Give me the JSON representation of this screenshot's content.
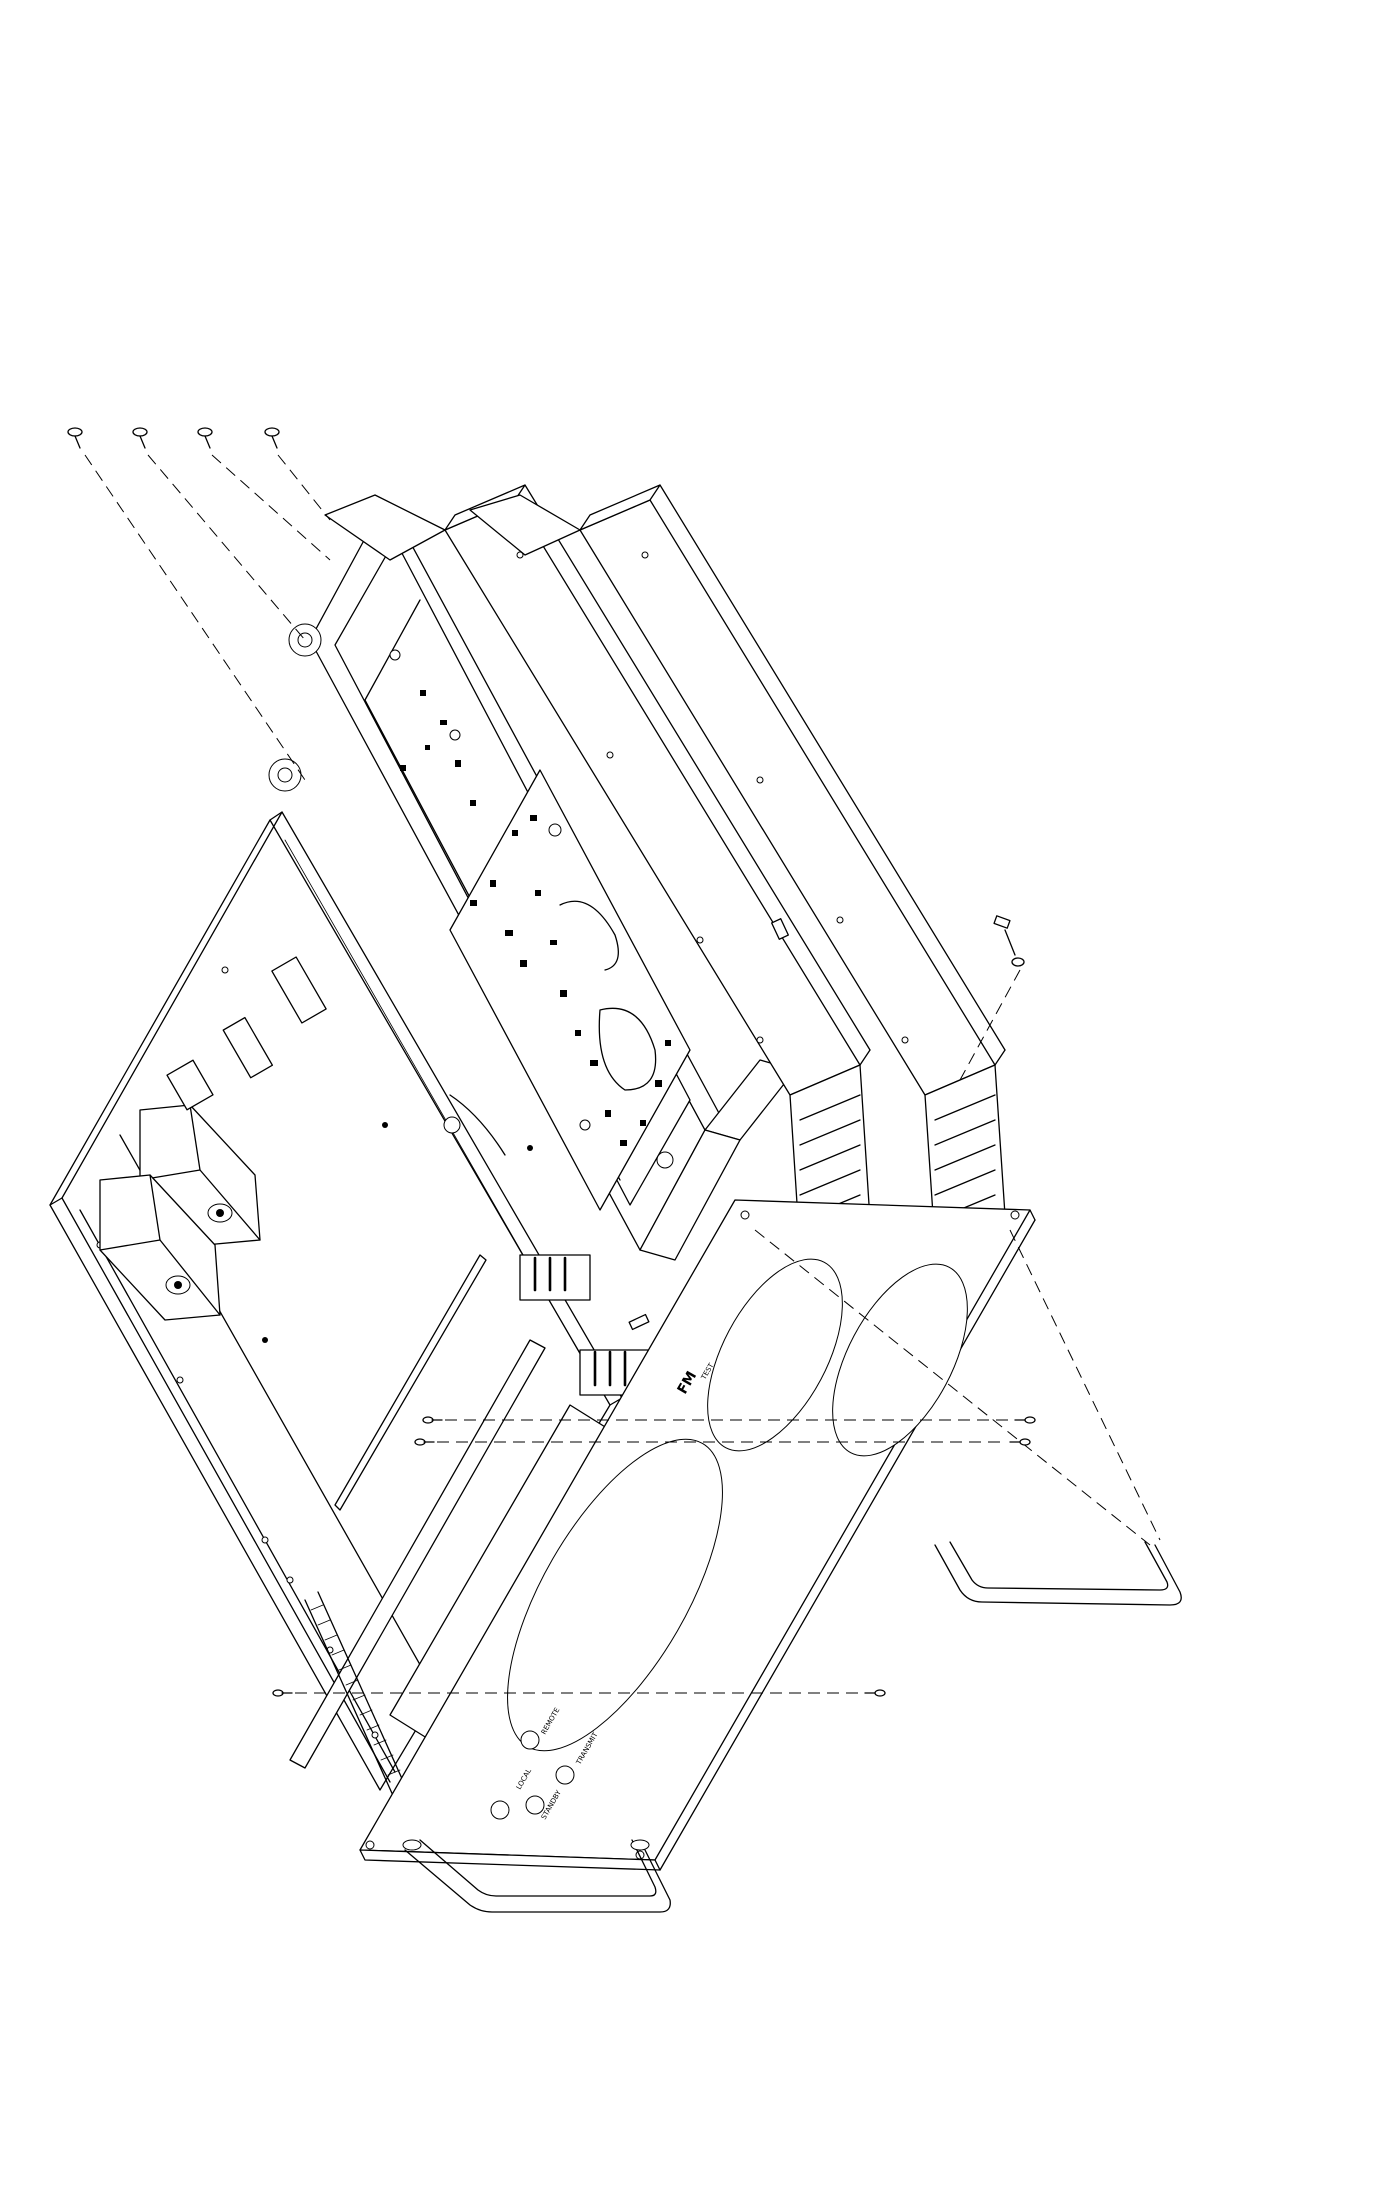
{
  "figure": {
    "type": "exploded isometric line drawing",
    "subject": "rack-mount amplifier chassis with two heatsink modules, front panel, handles and screws",
    "colors": {
      "line": "#000000",
      "background": "#ffffff"
    }
  },
  "labels": {
    "front_panel_logo": "FM",
    "front_panel_text": "TEST",
    "indicator_1": "REMOTE",
    "indicator_2": "LOCAL",
    "indicator_3": "TRANSMIT",
    "indicator_4": "STANDBY"
  }
}
